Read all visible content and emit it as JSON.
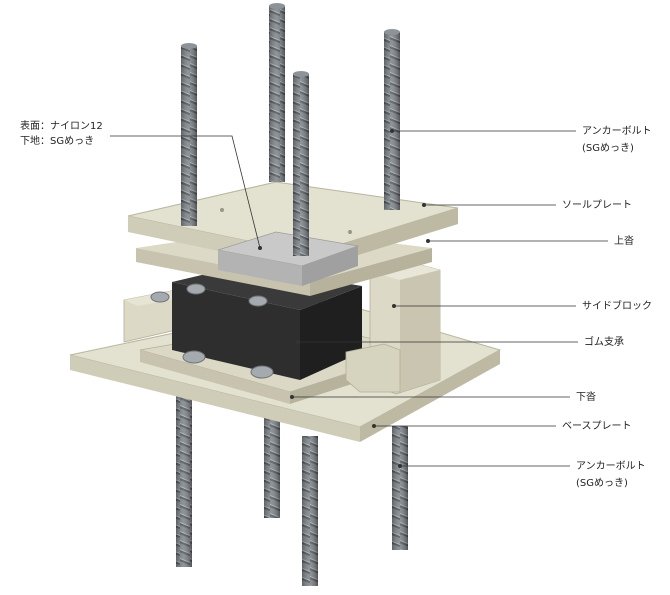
{
  "colors": {
    "plate_top": "#e3e1cf",
    "plate_side": "#cfccb8",
    "plate_dark": "#bdb9a3",
    "rubber": "#2b2b2b",
    "nylon_plate": "#c5c5c5",
    "rebar": "#7b8186",
    "leader": "#333333"
  },
  "labels": {
    "coating_line1": "表面：ナイロン12",
    "coating_line2": "下地：SGめっき",
    "anchor_top_line1": "アンカーボルト",
    "anchor_top_line2": "(SGめっき)",
    "sole_plate": "ソールプレート",
    "upper_shoe": "上沓",
    "side_block": "サイドブロック",
    "rubber_bearing": "ゴム支承",
    "lower_shoe": "下沓",
    "base_plate": "ベースプレート",
    "anchor_bottom_line1": "アンカーボルト",
    "anchor_bottom_line2": "(SGめっき)"
  }
}
